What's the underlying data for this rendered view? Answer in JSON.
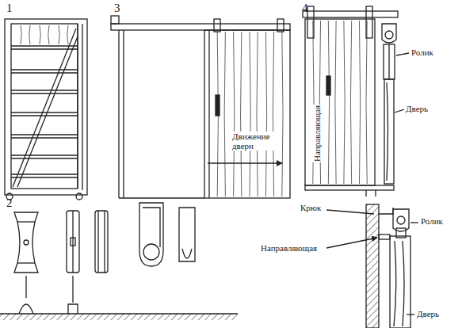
{
  "diagram": {
    "labels": [
      "1",
      "3",
      "4",
      "Ролик",
      "Направляющая",
      "Дверь",
      "2",
      "Движение двери",
      "Крюк",
      "Ролик",
      "Направляющая",
      "Дверь"
    ]
  }
}
